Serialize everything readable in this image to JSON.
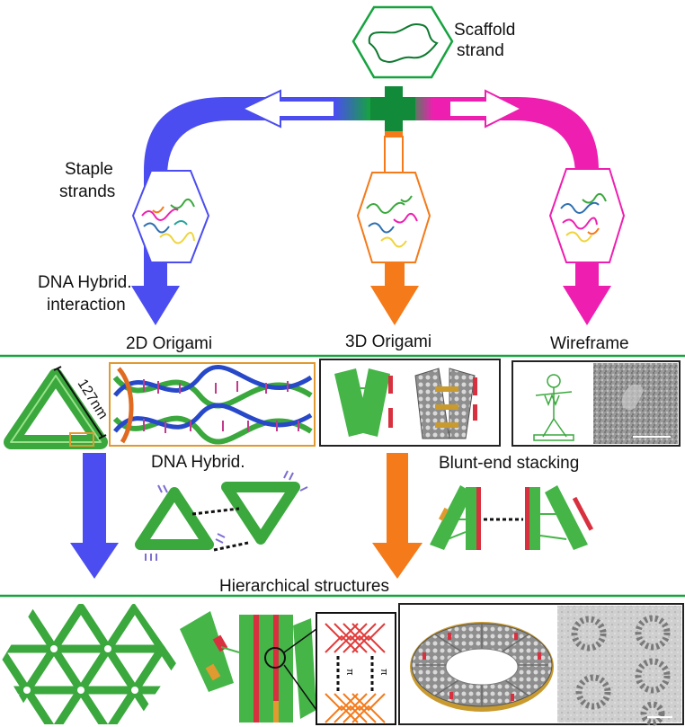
{
  "labels": {
    "scaffold_line1": "Scaffold",
    "scaffold_line2": "strand",
    "staple_line1": "Staple",
    "staple_line2": "strands",
    "dna_hybrid_line1": "DNA Hybrid.",
    "dna_hybrid_line2": "interaction",
    "origami_2d": "2D Origami",
    "origami_3d": "3D Origami",
    "wireframe": "Wireframe",
    "length_127nm": "127nm",
    "dna_hybrid_short": "DNA Hybrid.",
    "blunt_end_stacking": "Blunt-end stacking",
    "hierarchical_structures": "Hierarchical structures",
    "pi_left": "π",
    "pi_right": "π"
  },
  "colors": {
    "blue": "#4b4df0",
    "green": "#16a33f",
    "dark_green": "#118a3a",
    "orange": "#f47a1a",
    "magenta": "#ee1fb0",
    "origami_green": "#45b548",
    "red_block": "#d9303f"
  }
}
